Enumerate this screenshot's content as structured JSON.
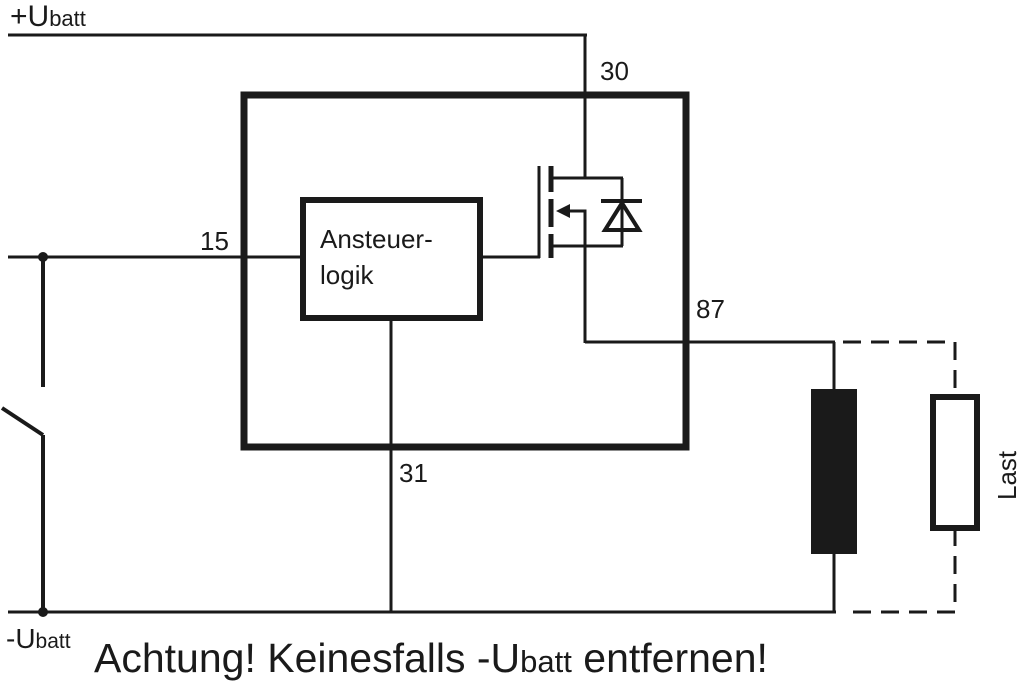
{
  "diagram": {
    "supply_positive": {
      "prefix": "+U",
      "subscript": "batt"
    },
    "supply_negative": {
      "prefix": "-U",
      "subscript": "batt"
    },
    "terminals": {
      "t30": "30",
      "t15": "15",
      "t87": "87",
      "t31": "31"
    },
    "logic_block": {
      "line1": "Ansteuer-",
      "line2": "logik"
    },
    "load_label": "Last",
    "warning": {
      "part1": "Achtung! Keinesfalls -U",
      "subscript": "batt",
      "part2": " entfernen!"
    },
    "colors": {
      "line": "#1a1a1a",
      "background": "#ffffff"
    }
  }
}
